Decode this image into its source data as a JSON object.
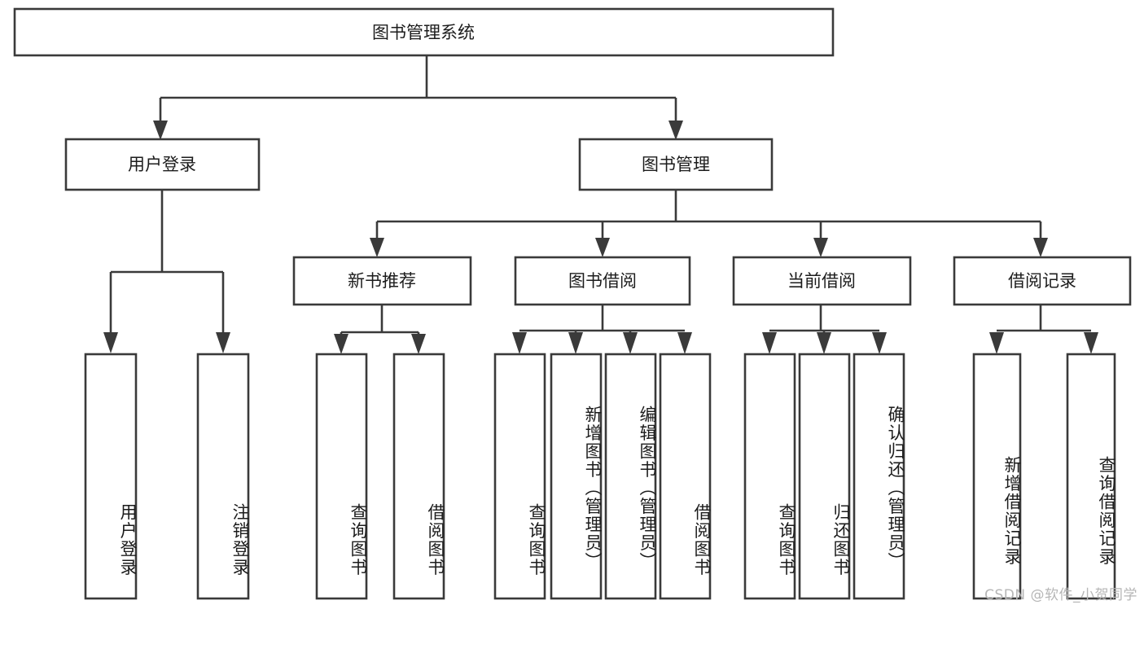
{
  "diagram": {
    "type": "tree",
    "title": "图书管理系统",
    "watermark": "CSDN @软件_小贺同学",
    "colors": {
      "stroke": "#3a3a3a",
      "fill": "#ffffff",
      "text": "#1c1c1c",
      "watermark": "#b6b6b6",
      "background": "#ffffff"
    },
    "nodes": {
      "root": {
        "label": "图书管理系统",
        "level": 0,
        "orientation": "horizontal"
      },
      "l1": [
        {
          "label": "用户登录",
          "level": 1,
          "orientation": "horizontal"
        },
        {
          "label": "图书管理",
          "level": 1,
          "orientation": "horizontal"
        }
      ],
      "l2": [
        {
          "label": "新书推荐",
          "level": 2,
          "orientation": "horizontal"
        },
        {
          "label": "图书借阅",
          "level": 2,
          "orientation": "horizontal"
        },
        {
          "label": "当前借阅",
          "level": 2,
          "orientation": "horizontal"
        },
        {
          "label": "借阅记录",
          "level": 2,
          "orientation": "horizontal"
        }
      ],
      "leaves": {
        "user_login": [
          {
            "label": "用户登录",
            "orientation": "vertical"
          },
          {
            "label": "注销登录",
            "orientation": "vertical"
          }
        ],
        "new_book_rec": [
          {
            "label": "查询图书",
            "orientation": "vertical"
          },
          {
            "label": "借阅图书",
            "orientation": "vertical"
          }
        ],
        "book_borrow": [
          {
            "label": "查询图书",
            "orientation": "vertical"
          },
          {
            "label": "新增图书（管理员）",
            "orientation": "vertical"
          },
          {
            "label": "编辑图书（管理员）",
            "orientation": "vertical"
          },
          {
            "label": "借阅图书",
            "orientation": "vertical"
          }
        ],
        "current_borrow": [
          {
            "label": "查询图书",
            "orientation": "vertical"
          },
          {
            "label": "归还图书",
            "orientation": "vertical"
          },
          {
            "label": "确认归还（管理员）",
            "orientation": "vertical"
          }
        ],
        "borrow_record": [
          {
            "label": "新增借阅记录",
            "orientation": "vertical"
          },
          {
            "label": "查询借阅记录",
            "orientation": "vertical"
          }
        ]
      }
    },
    "edges": [
      {
        "from": "图书管理系统",
        "to": "用户登录"
      },
      {
        "from": "图书管理系统",
        "to": "图书管理"
      },
      {
        "from": "图书管理",
        "to": "新书推荐"
      },
      {
        "from": "图书管理",
        "to": "图书借阅"
      },
      {
        "from": "图书管理",
        "to": "当前借阅"
      },
      {
        "from": "图书管理",
        "to": "借阅记录"
      },
      {
        "from": "用户登录",
        "to": "用户登录"
      },
      {
        "from": "用户登录",
        "to": "注销登录"
      },
      {
        "from": "新书推荐",
        "to": "查询图书"
      },
      {
        "from": "新书推荐",
        "to": "借阅图书"
      },
      {
        "from": "图书借阅",
        "to": "查询图书"
      },
      {
        "from": "图书借阅",
        "to": "新增图书（管理员）"
      },
      {
        "from": "图书借阅",
        "to": "编辑图书（管理员）"
      },
      {
        "from": "图书借阅",
        "to": "借阅图书"
      },
      {
        "from": "当前借阅",
        "to": "查询图书"
      },
      {
        "from": "当前借阅",
        "to": "归还图书"
      },
      {
        "from": "当前借阅",
        "to": "确认归还（管理员）"
      },
      {
        "from": "借阅记录",
        "to": "新增借阅记录"
      },
      {
        "from": "借阅记录",
        "to": "查询借阅记录"
      }
    ]
  }
}
